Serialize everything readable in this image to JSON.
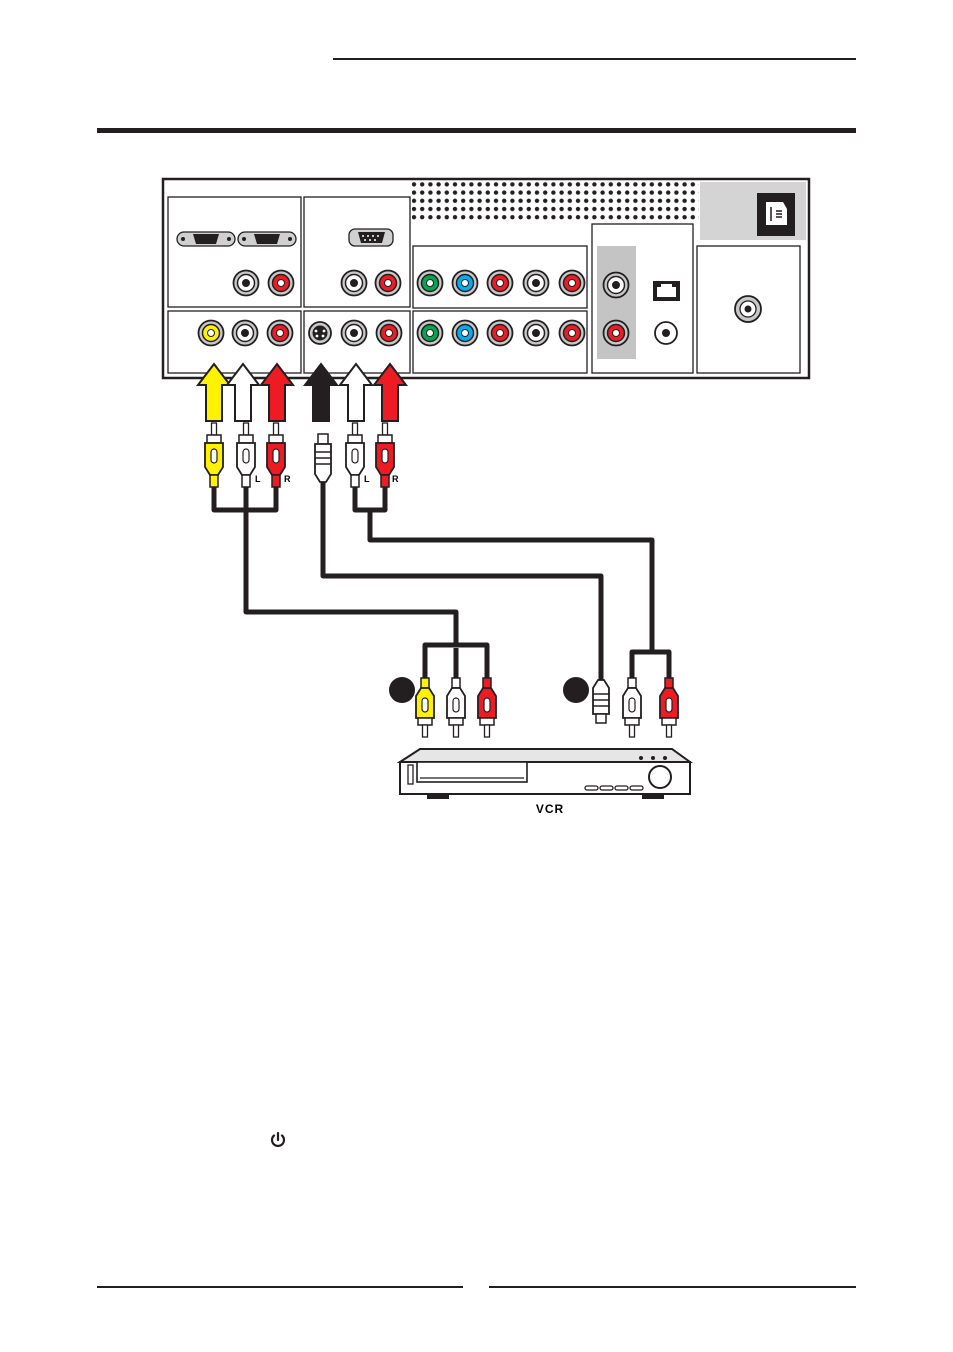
{
  "diagram": {
    "device_label": "VCR",
    "cable_labels": {
      "av_left": "L",
      "av_right": "R",
      "svideo_left": "L",
      "svideo_right": "R"
    },
    "colors": {
      "yellow": "#fff200",
      "white": "#ffffff",
      "red": "#ed1c24",
      "green": "#00a651",
      "blue": "#00aeef",
      "black": "#231f20"
    }
  },
  "icons": [
    "power-icon"
  ]
}
